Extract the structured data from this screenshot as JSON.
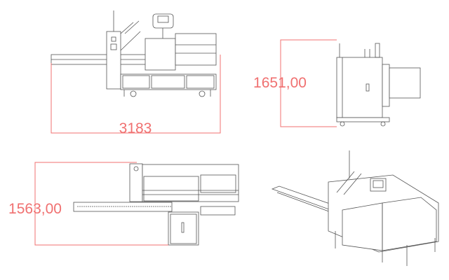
{
  "dimensions": {
    "front_width": "3183",
    "side_height": "1651,00",
    "top_depth": "1563,00"
  },
  "colors": {
    "dimension": "#f07070",
    "drawing": "#555555",
    "background": "#ffffff"
  }
}
